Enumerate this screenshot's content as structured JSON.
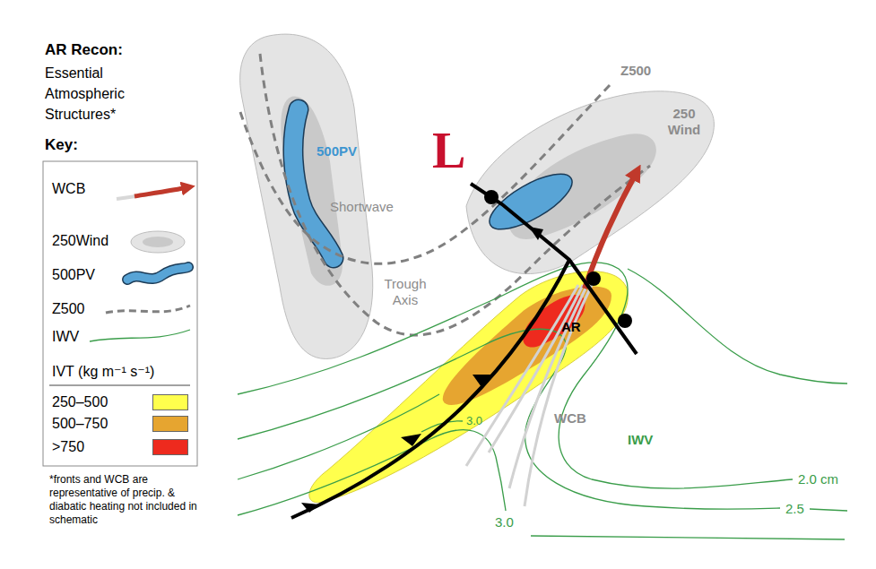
{
  "diagram": {
    "title": "AR Recon:",
    "labels": [
      "Essential Atmospheric Structures*",
      "Key:",
      "IVT (kg m⁻¹ s⁻¹)",
      "*fronts and WCB are representative of precip. & diabatic heating not included in schematic",
      "Z500",
      "250 Wind",
      "500PV",
      "Shortwave",
      "Trough Axis",
      "L",
      "AR",
      "WCB",
      "IWV",
      "2.0 cm",
      "2.5",
      "3.0",
      "3.0"
    ],
    "legend": [
      {
        "text": "WCB"
      },
      {
        "text": "250Wind"
      },
      {
        "text": "500PV"
      },
      {
        "text": "Z500"
      },
      {
        "text": "IWV"
      },
      {
        "text": "250–500",
        "color": "#ffff4d"
      },
      {
        "text": "500–750",
        "color": "#e6a530"
      },
      {
        "text": ">750",
        "color": "#ee2a1e"
      }
    ]
  }
}
